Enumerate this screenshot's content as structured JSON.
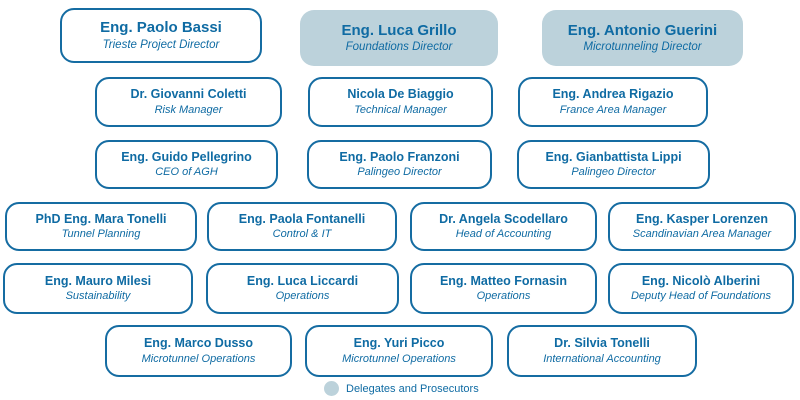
{
  "colors": {
    "accent_blue": "#156CA2",
    "text_blue": "#0F6BA3",
    "delegate_fill": "#BCD2DB",
    "background": "#FFFFFF"
  },
  "boxes": [
    {
      "name": "Eng. Paolo Bassi",
      "title": "Trieste Project Director",
      "variant": "outlined"
    },
    {
      "name": "Eng. Luca Grillo",
      "title": "Foundations Director",
      "variant": "filled"
    },
    {
      "name": "Eng. Antonio Guerini",
      "title": "Microtunneling Director",
      "variant": "filled"
    },
    {
      "name": "Dr. Giovanni Coletti",
      "title": "Risk Manager",
      "variant": "outlined"
    },
    {
      "name": "Nicola De Biaggio",
      "title": "Technical Manager",
      "variant": "outlined"
    },
    {
      "name": "Eng. Andrea Rigazio",
      "title": "France Area Manager",
      "variant": "outlined"
    },
    {
      "name": "Eng. Guido Pellegrino",
      "title": "CEO of AGH",
      "variant": "outlined"
    },
    {
      "name": "Eng. Paolo Franzoni",
      "title": "Palingeo Director",
      "variant": "outlined"
    },
    {
      "name": "Eng. Gianbattista Lippi",
      "title": "Palingeo Director",
      "variant": "outlined"
    },
    {
      "name": "PhD Eng. Mara Tonelli",
      "title": "Tunnel Planning",
      "variant": "outlined"
    },
    {
      "name": "Eng. Paola Fontanelli",
      "title": "Control & IT",
      "variant": "outlined"
    },
    {
      "name": "Dr. Angela Scodellaro",
      "title": "Head of Accounting",
      "variant": "outlined"
    },
    {
      "name": "Eng. Kasper Lorenzen",
      "title": "Scandinavian Area Manager",
      "variant": "outlined"
    },
    {
      "name": "Eng. Mauro Milesi",
      "title": "Sustainability",
      "variant": "outlined"
    },
    {
      "name": "Eng. Luca Liccardi",
      "title": "Operations",
      "variant": "outlined"
    },
    {
      "name": "Eng. Matteo Fornasin",
      "title": "Operations",
      "variant": "outlined"
    },
    {
      "name": "Eng. Nicolò Alberini",
      "title": "Deputy Head of Foundations",
      "variant": "outlined"
    },
    {
      "name": "Eng. Marco Dusso",
      "title": "Microtunnel Operations",
      "variant": "outlined"
    },
    {
      "name": "Eng. Yuri Picco",
      "title": "Microtunnel Operations",
      "variant": "outlined"
    },
    {
      "name": "Dr. Silvia Tonelli",
      "title": "International Accounting",
      "variant": "outlined"
    }
  ],
  "legend": {
    "label": "Delegates and Prosecutors"
  }
}
